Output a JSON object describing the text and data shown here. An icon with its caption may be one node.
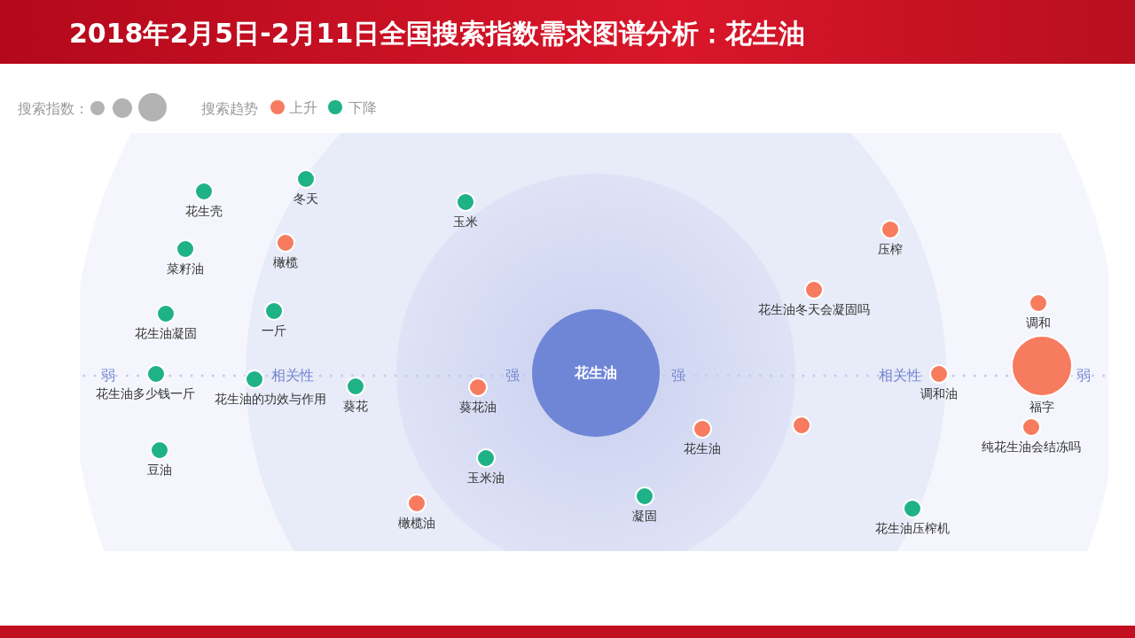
{
  "diagram": {
    "title": "2018年2月5日-2月11日全国搜索指数需求图谱分析：花生油",
    "nodes": [
      {
        "text": [
          "花生油"
        ]
      },
      {
        "text": [
          "花生壳"
        ]
      },
      {
        "text": [
          "冬天"
        ]
      },
      {
        "text": [
          "玉米"
        ]
      },
      {
        "text": [
          "菜籽油"
        ]
      },
      {
        "text": [
          "橄榄"
        ]
      },
      {
        "text": [
          "压榨"
        ]
      },
      {
        "text": [
          "花生油冬天会凝固吗"
        ]
      },
      {
        "text": [
          "调和"
        ]
      },
      {
        "text": [
          "花生油凝固"
        ]
      },
      {
        "text": [
          "一斤"
        ]
      },
      {
        "text": [
          "花生油多少钱一斤"
        ]
      },
      {
        "text": [
          "花生油的功效与作用"
        ]
      },
      {
        "text": [
          "葵花"
        ]
      },
      {
        "text": [
          "葵花油"
        ]
      },
      {
        "text": [
          "调和油"
        ]
      },
      {
        "text": [
          "福字"
        ]
      },
      {
        "text": [
          "花生油"
        ]
      },
      {
        "text": [],
        "shape": "circle"
      },
      {
        "text": [
          "纯花生油会结冻吗"
        ]
      },
      {
        "text": [
          "豆油"
        ]
      },
      {
        "text": [
          "玉米油"
        ]
      },
      {
        "text": [
          "凝固"
        ]
      },
      {
        "text": [
          "橄榄油"
        ]
      },
      {
        "text": [
          "花生油压榨机"
        ]
      }
    ],
    "labels": [
      "搜索指数：",
      "搜索趋势",
      "弱",
      "相关性",
      "强",
      "强",
      "相关性",
      "弱"
    ],
    "legend": [
      {
        "text": "上升",
        "color": "#f77b5e"
      },
      {
        "text": "下降",
        "color": "#1fb287"
      }
    ]
  }
}
